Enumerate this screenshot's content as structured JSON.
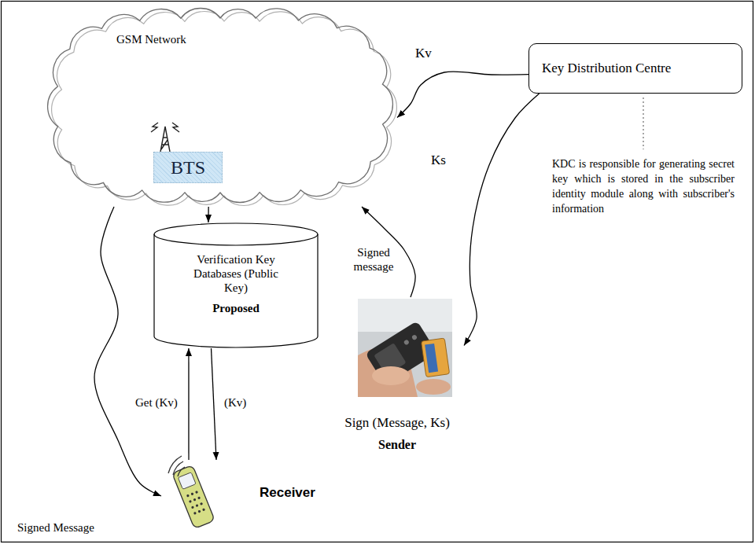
{
  "diagram": {
    "nodes": [
      {
        "text": [
          "GSM Network"
        ]
      },
      {
        "text": [
          "BTS"
        ],
        "in": 0
      },
      {
        "text": [
          "Key Distribution Centre"
        ]
      },
      {
        "text": [
          "Verification Key Databases (Public Key)",
          "Proposed"
        ]
      },
      {
        "text": [
          "Sign (Message, Ks)",
          "Sender"
        ]
      },
      {
        "text": [
          "Receiver"
        ]
      }
    ],
    "edges": [
      {
        "from": 2,
        "to": 0,
        "arrow": "to",
        "label": "Kv"
      },
      {
        "from": 2,
        "to": 4,
        "arrow": "to",
        "label": "Ks"
      },
      {
        "from": 4,
        "to": 0,
        "arrow": "to",
        "label": "Signed message"
      },
      {
        "from": 0,
        "to": 3,
        "arrow": "to"
      },
      {
        "from": 5,
        "to": 3,
        "arrow": "to",
        "label": "Get (Kv)"
      },
      {
        "from": 3,
        "to": 5,
        "arrow": "to",
        "label": "(Kv)"
      },
      {
        "from": 0,
        "to": 5,
        "arrow": "to",
        "label": "Signed Message"
      }
    ],
    "labels": [
      "KDC is responsible for generating secret key which is stored in the subscriber identity module along with subscriber's information"
    ]
  }
}
